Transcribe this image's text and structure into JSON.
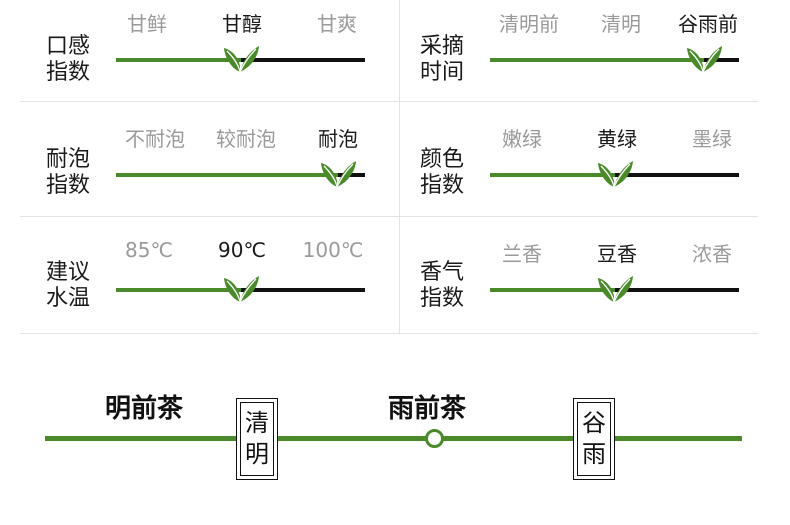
{
  "indicators": [
    {
      "label_l1": "口感",
      "label_l2": "指数",
      "options": [
        "甘鲜",
        "甘醇",
        "甘爽"
      ],
      "selected": 1,
      "level": 0.5
    },
    {
      "label_l1": "采摘",
      "label_l2": "时间",
      "options": [
        "清明前",
        "清明",
        "谷雨前"
      ],
      "selected": 2,
      "level": 0.86
    },
    {
      "label_l1": "耐泡",
      "label_l2": "指数",
      "options": [
        "不耐泡",
        "较耐泡",
        "耐泡"
      ],
      "selected": 2,
      "level": 0.89
    },
    {
      "label_l1": "颜色",
      "label_l2": "指数",
      "options": [
        "嫩绿",
        "黄绿",
        "墨绿"
      ],
      "selected": 1,
      "level": 0.5
    },
    {
      "label_l1": "建议",
      "label_l2": "水温",
      "options": [
        "85℃",
        "90℃",
        "100℃"
      ],
      "selected": 1,
      "level": 0.5
    },
    {
      "label_l1": "香气",
      "label_l2": "指数",
      "options": [
        "兰香",
        "豆香",
        "浓香"
      ],
      "selected": 1,
      "level": 0.5
    }
  ],
  "timeline": {
    "periods": [
      "明前茶",
      "雨前茶"
    ],
    "terms": [
      [
        "清",
        "明"
      ],
      [
        "谷",
        "雨"
      ]
    ]
  },
  "colors": {
    "accent": "#4a8a2a",
    "track": "#111111",
    "selected_text": "#1a1a1a",
    "muted_text": "#9a9a9a"
  },
  "icons": {
    "level_marker": "tea-leaf-icon",
    "timeline_marker": "circle-marker-icon"
  }
}
